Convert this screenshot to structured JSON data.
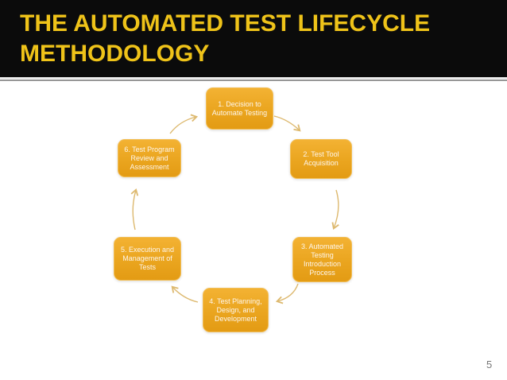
{
  "slide": {
    "title_line1": "THE AUTOMATED TEST LIFECYCLE",
    "title_line2": "METHODOLOGY",
    "page_number": "5"
  },
  "diagram": {
    "type": "cycle",
    "direction": "clockwise",
    "steps": [
      {
        "label": "1. Decision to Automate Testing"
      },
      {
        "label": "2. Test Tool Acquisition"
      },
      {
        "label": "3. Automated Testing Introduction Process"
      },
      {
        "label": "4. Test Planning, Design, and Development"
      },
      {
        "label": "5. Execution and Management of Tests"
      },
      {
        "label": "6. Test Program Review and Assessment"
      }
    ]
  },
  "colors": {
    "banner_background": "#0b0b0b",
    "title_text": "#EFC319",
    "node_fill": "#E8A21C",
    "node_fill_light": "#F3B233",
    "node_border": "#F2BE56",
    "node_text": "#FDF6ED",
    "arrow": "#DDB96F",
    "divider": "#969696",
    "page_number_text": "#777777"
  }
}
